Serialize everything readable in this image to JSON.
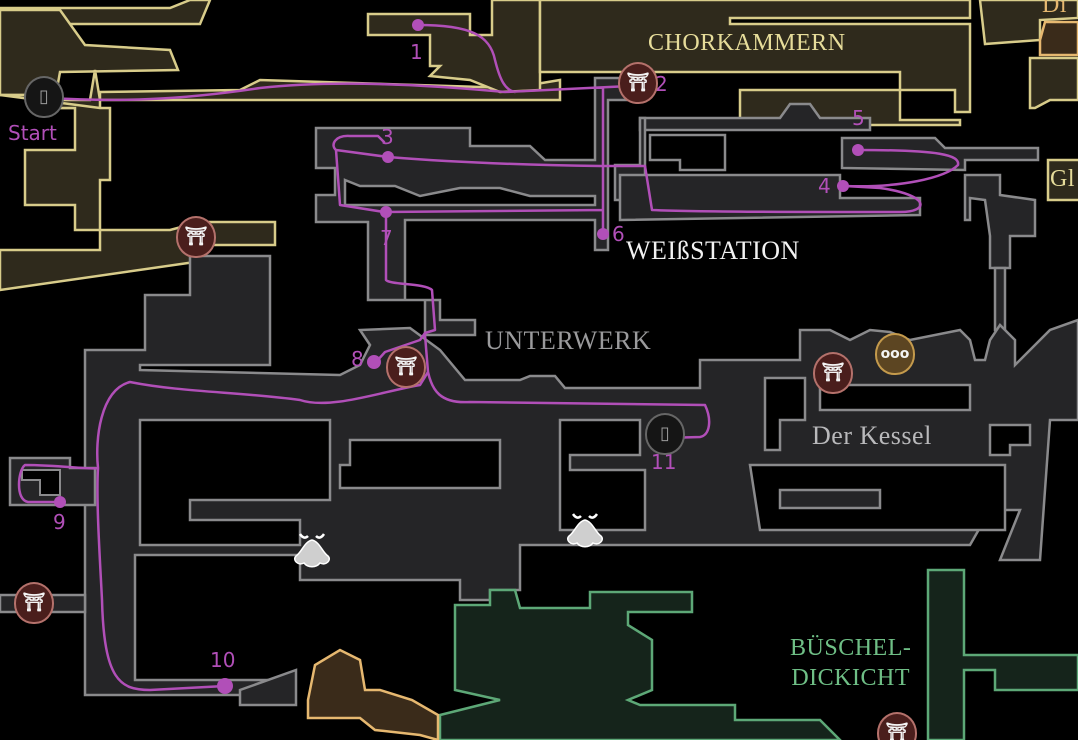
{
  "map": {
    "areas": [
      {
        "name": "CHORKAMMERN",
        "color": "#e6dc9a"
      },
      {
        "name": "WEIßSTATION",
        "color": "#f2f2f2"
      },
      {
        "name": "UNTERWERK",
        "color": "#9a9a9c"
      },
      {
        "name": "Der Kessel",
        "color": "#b9b9bb"
      },
      {
        "name_line1": "BÜSCHEL-",
        "name_line2": "DICKICHT",
        "color": "#6fbf86"
      },
      {
        "name": "Gl",
        "color": "#e6dc9a"
      },
      {
        "name": "Di",
        "color": "#e6b870"
      }
    ],
    "route": {
      "color": "#b14fb8",
      "waypoints": [
        "Start",
        "1",
        "2",
        "3",
        "4",
        "5",
        "6",
        "7",
        "8",
        "9",
        "10",
        "11"
      ]
    },
    "icons": {
      "bench": "bench-icon",
      "stagway": "stag-station-icon",
      "shop": "shop-icon",
      "bell": "memory-bell-icon"
    },
    "region_colors": {
      "choir": "#d8cc8a",
      "whiteward": "#8a8a8c",
      "bellhart": "#5da877",
      "orange": "#e6b870"
    }
  }
}
